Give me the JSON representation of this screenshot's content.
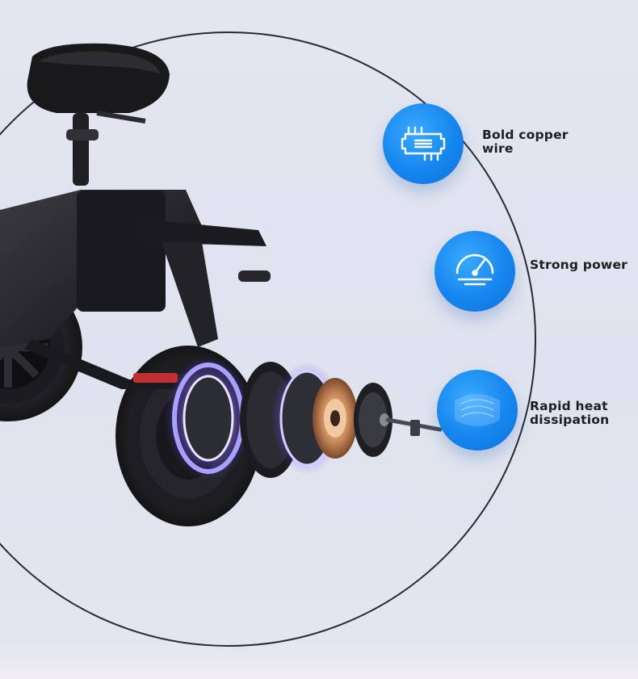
{
  "features": [
    {
      "label_lines": [
        "Bold copper",
        "wire"
      ],
      "icon": "copper-wire-icon"
    },
    {
      "label_lines": [
        "Strong power"
      ],
      "icon": "speedometer-icon"
    },
    {
      "label_lines": [
        "Rapid heat",
        "dissipation"
      ],
      "icon": "heat-dissipation-icon"
    }
  ],
  "scene": {
    "subject": "folding electric bicycle with exploded hub motor",
    "accent_color": "#1a8cf3",
    "background_color": "#e1e4f0"
  }
}
